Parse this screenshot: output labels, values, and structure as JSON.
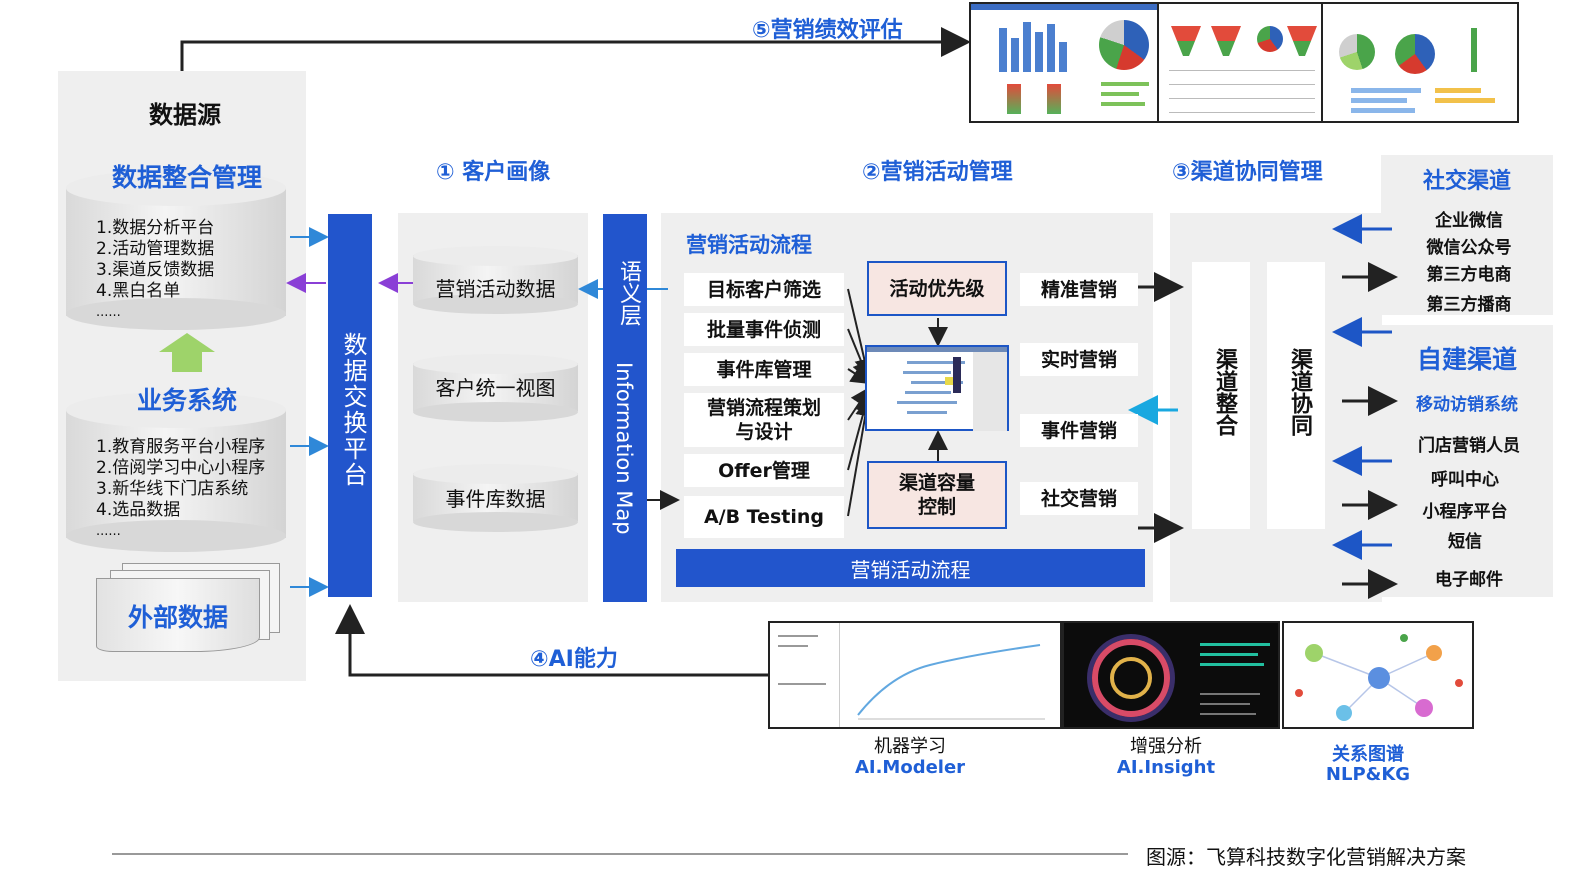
{
  "data_source": {
    "title": "数据源",
    "integration": {
      "title": "数据整合管理",
      "items": [
        "1.数据分析平台",
        "2.活动管理数据",
        "3.渠道反馈数据",
        "4.黑白名单",
        "......"
      ]
    },
    "business": {
      "title": "业务系统",
      "items": [
        "1.教育服务平台小程序",
        "2.倍阅学习中心小程序",
        "3.新华线下门店系统",
        "4.选品数据",
        "......"
      ]
    },
    "external": {
      "title": "外部数据"
    }
  },
  "exchange_platform": "数据交换平台",
  "section_headers": {
    "customer_profile": "① 客户画像",
    "marketing_activity": "②营销活动管理",
    "channel_collab": "③渠道协同管理",
    "performance": "⑤营销绩效评估",
    "ai": "④AI能力"
  },
  "customer_profile": {
    "cylinders": [
      "营销活动数据",
      "客户统一视图",
      "事件库数据"
    ]
  },
  "semantic_layer": {
    "cn": "语义层",
    "en": "Information Map"
  },
  "activity": {
    "flow_title": "营销活动流程",
    "steps": [
      "目标客户筛选",
      "批量事件侦测",
      "事件库管理",
      "营销流程策划与设计",
      "Offer管理",
      "A/B Testing"
    ],
    "priority": "活动优先级",
    "capacity": "渠道容量控制",
    "marketing_types": [
      "精准营销",
      "实时营销",
      "事件营销",
      "社交营销"
    ],
    "bottom_bar": "营销活动流程"
  },
  "channel": {
    "integrate": "渠道整合",
    "collaborate": "渠道协同"
  },
  "social_channels": {
    "title": "社交渠道",
    "items": [
      "企业微信",
      "微信公众号",
      "第三方电商",
      "第三方播商"
    ]
  },
  "own_channels": {
    "title": "自建渠道",
    "subtitle": "移动访销系统",
    "items": [
      "门店营销人员",
      "呼叫中心",
      "小程序平台",
      "短信",
      "电子邮件"
    ]
  },
  "ai_tools": [
    {
      "cn": "机器学习",
      "en": "AI.Modeler"
    },
    {
      "cn": "增强分析",
      "en": "AI.Insight"
    },
    {
      "cn": "关系图谱",
      "en": "NLP&KG"
    }
  ],
  "source_note": "图源：飞算科技数字化营销解决方案",
  "colors": {
    "accent_blue": "#2255cc",
    "title_blue": "#1f5fd6",
    "panel_gray": "#efefef",
    "arrow_purple": "#8a3fd6",
    "arrow_cyan": "#19a8e0",
    "arrow_green": "#9ed36a"
  }
}
